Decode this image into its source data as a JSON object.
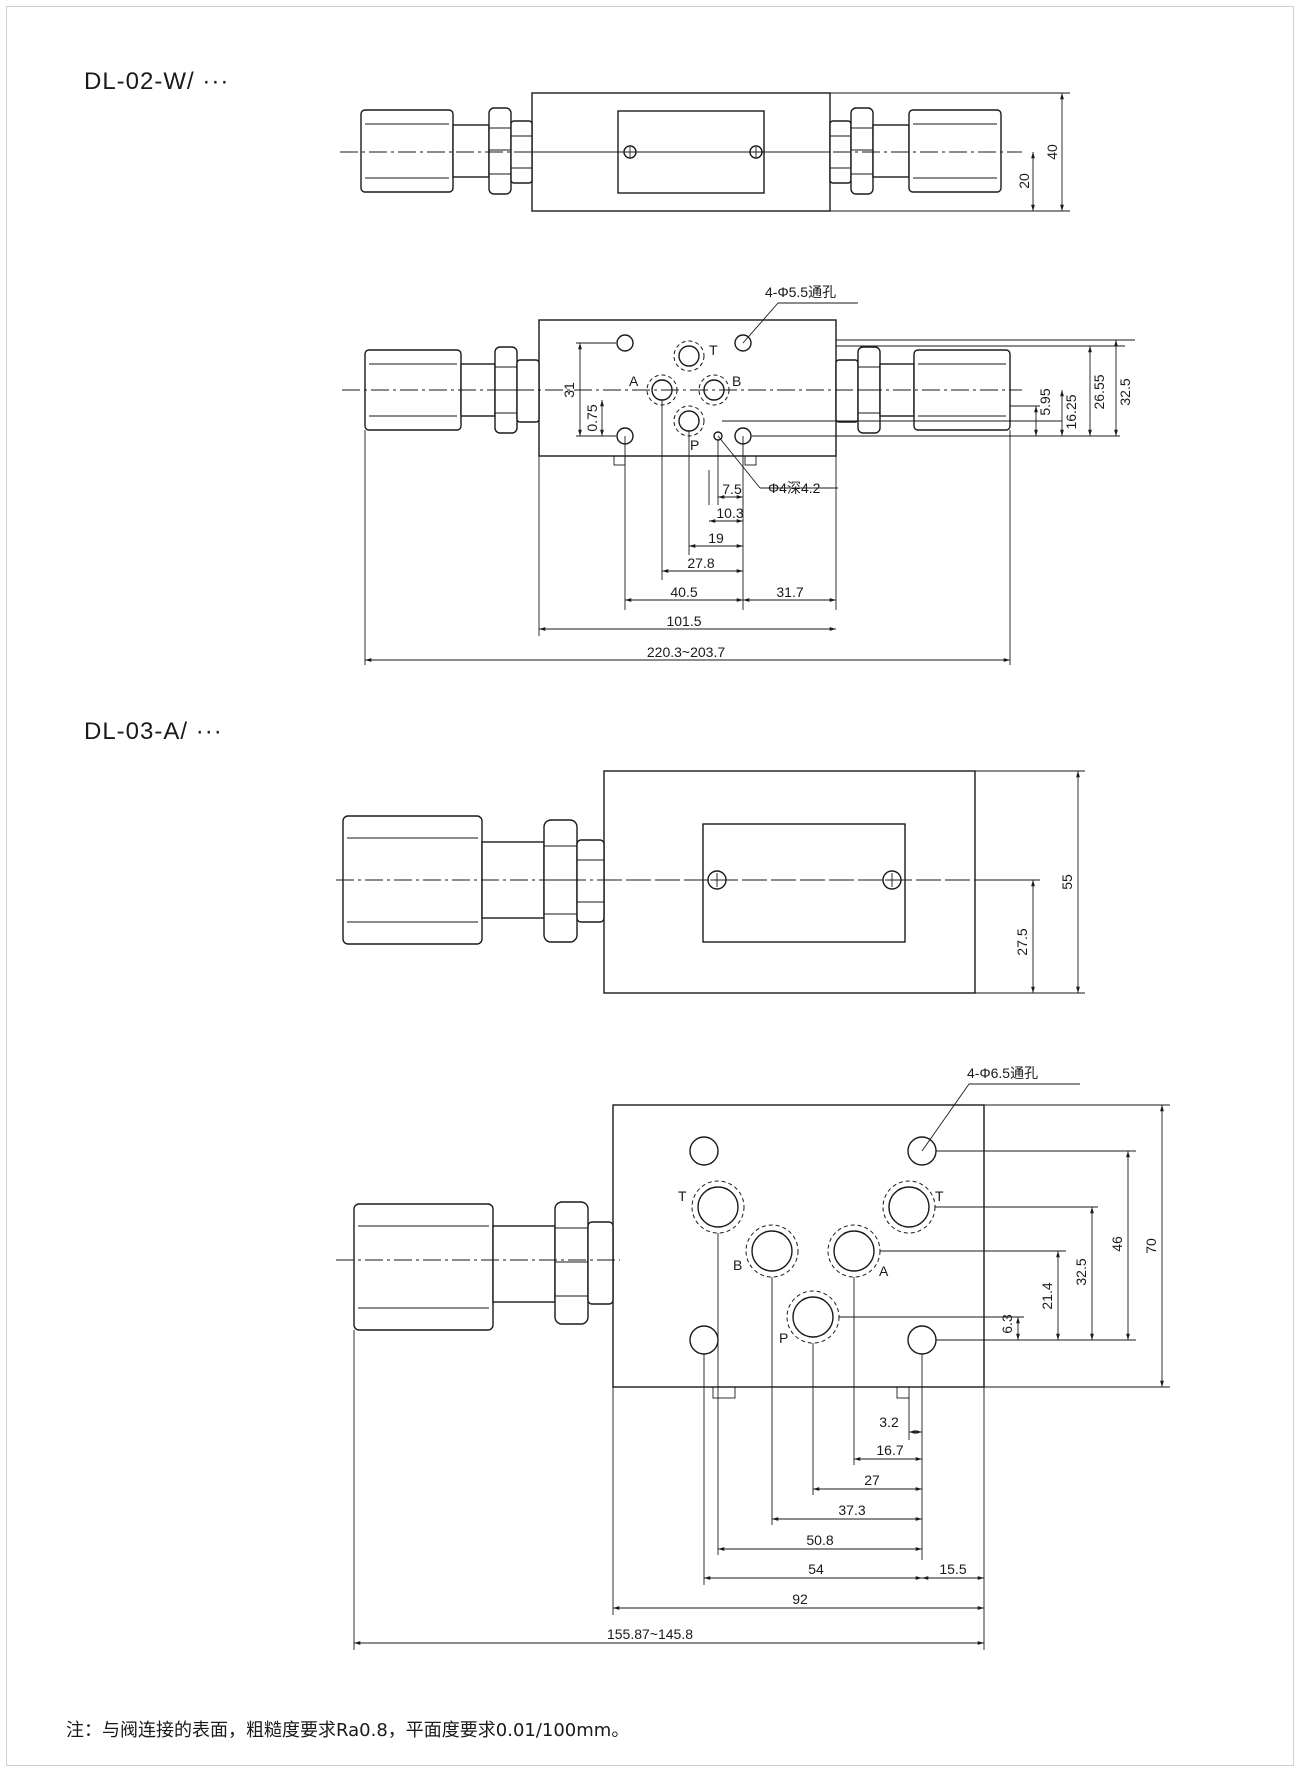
{
  "titles": {
    "model_1": "DL-02-W/ ···",
    "model_2": "DL-03-A/ ···"
  },
  "note": "注：与阀连接的表面，粗糙度要求Ra0.8，平面度要求0.01/100mm。",
  "view1": {
    "dim_40": "40",
    "dim_20": "20"
  },
  "view2": {
    "holes_note": "4-Φ5.5通孔",
    "blind_note": "Φ4深4.2",
    "ports": {
      "t": "T",
      "a": "A",
      "b": "B",
      "p": "P"
    },
    "dims": {
      "d31": "31",
      "d075": "0.75",
      "d595": "5.95",
      "d1625": "16.25",
      "d2655": "26.55",
      "d325": "32.5",
      "d75": "7.5",
      "d103": "10.3",
      "d19": "19",
      "d278": "27.8",
      "d405": "40.5",
      "d317": "31.7",
      "d1015": "101.5",
      "d_overall": "220.3~203.7"
    }
  },
  "view3": {
    "dim_55": "55",
    "dim_275": "27.5"
  },
  "view4": {
    "holes_note": "4-Φ6.5通孔",
    "ports": {
      "t_left": "T",
      "t_right": "T",
      "a": "A",
      "b": "B",
      "p": "P"
    },
    "dims": {
      "d70": "70",
      "d46": "46",
      "d325": "32.5",
      "d214": "21.4",
      "d63": "6.3",
      "d32": "3.2",
      "d167": "16.7",
      "d27": "27",
      "d373": "37.3",
      "d508": "50.8",
      "d54": "54",
      "d155": "15.5",
      "d92": "92",
      "d_overall": "155.87~145.8"
    }
  }
}
